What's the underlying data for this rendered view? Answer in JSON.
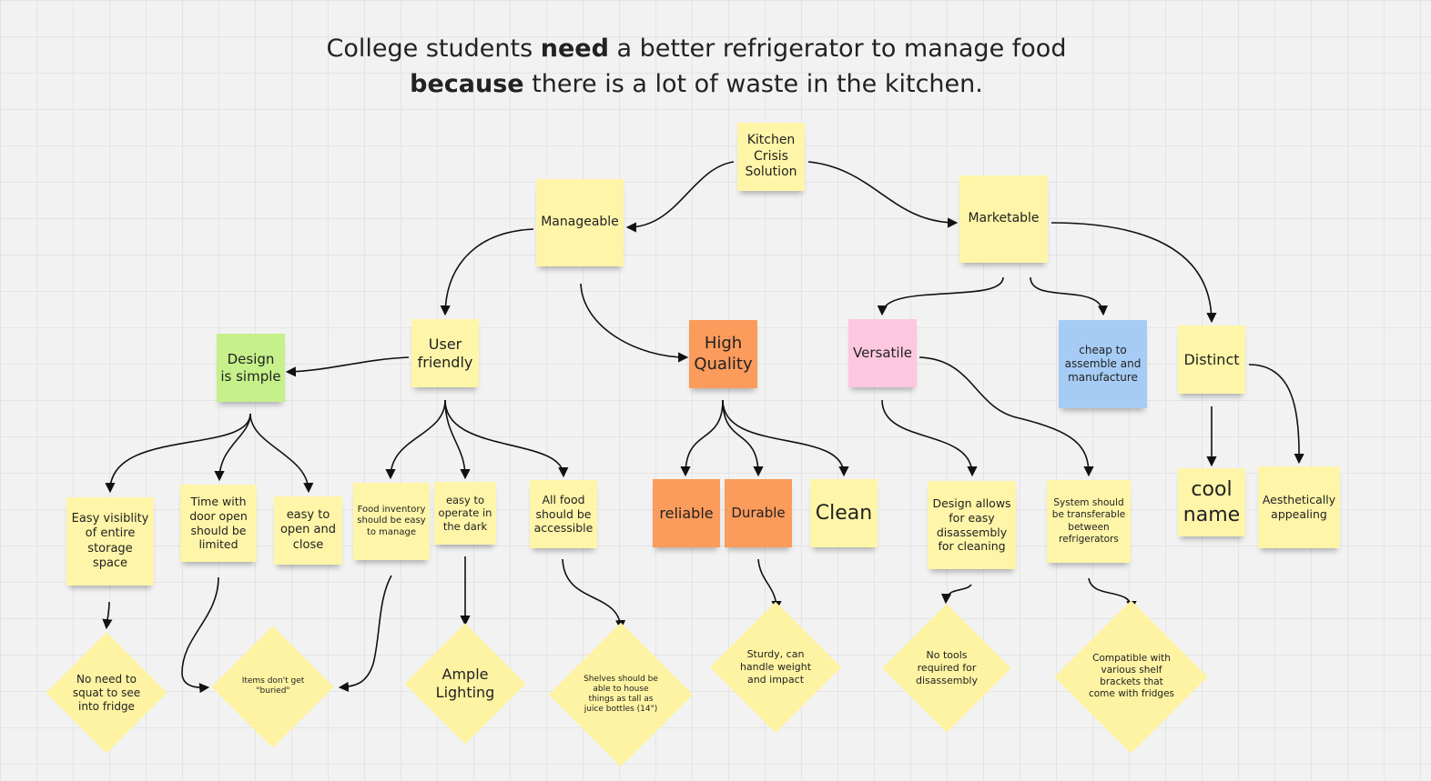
{
  "title": {
    "line1_pre": "College students ",
    "line1_bold": "need",
    "line1_post": " a better refrigerator to manage food",
    "line2_bold": "because",
    "line2_post": " there is a lot of waste in the kitchen."
  },
  "notes": {
    "root": "Kitchen Crisis Solution",
    "manageable": "Manageable",
    "marketable": "Marketable",
    "user_friendly": "User friendly",
    "design_simple": "Design is simple",
    "high_quality": "High Quality",
    "versatile": "Versatile",
    "cheap": "cheap to assemble and manufacture",
    "distinct": "Distinct",
    "easy_visibility": "Easy visiblity of entire storage space",
    "door_open": "Time with door open should be limited",
    "easy_open": "easy to open and close",
    "food_inventory": "Food inventory should be easy to manage",
    "easy_operate": "easy to operate in the dark",
    "all_food": "All food should be accessible",
    "reliable": "reliable",
    "durable": "Durable",
    "clean": "Clean",
    "design_allows": "Design allows for easy disassembly for cleaning",
    "system_transferable": "System should be transferable between refrigerators",
    "cool_name": "cool name",
    "aesthetic": "Aesthetically appealing"
  },
  "diamonds": {
    "no_squat": "No need to squat to see into fridge",
    "not_buried": "Items don't get \"buried\"",
    "ample_lighting": "Ample Lighting",
    "shelves_tall": "Shelves should be able to house things as tall as juice bottles (14\")",
    "sturdy": "Sturdy, can handle weight and impact",
    "no_tools": "No tools required for disassembly",
    "compatible": "Compatible with various shelf brackets that come with fridges"
  },
  "colors": {
    "yellow": "#fef5a8",
    "green": "#c6f08a",
    "orange": "#fb9b5c",
    "pink": "#fdc7df",
    "blue": "#a6ccf5"
  }
}
